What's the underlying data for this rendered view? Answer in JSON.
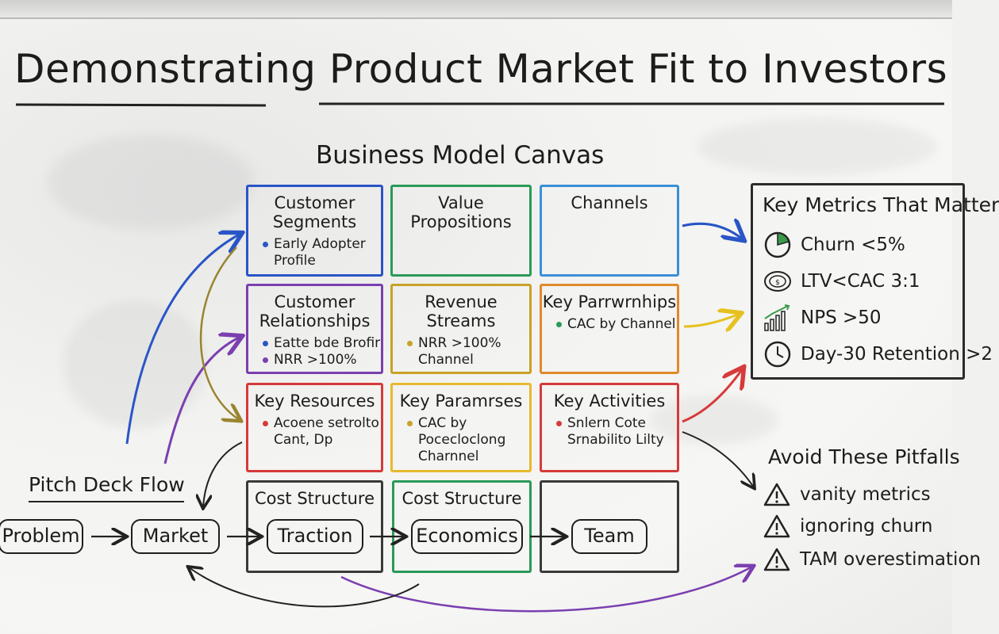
{
  "title": "Demonstrating Product Market Fit to Investors",
  "canvas": {
    "title": "Business Model Canvas",
    "cells": [
      {
        "head": "Customer Segments",
        "bullets": [
          "Early Adopter Profile"
        ],
        "color": "#2a55c7",
        "bullet_colors": [
          "#2a55c7"
        ]
      },
      {
        "head": "Value Propositions",
        "bullets": [],
        "color": "#2a9a57",
        "bullet_colors": []
      },
      {
        "head": "Channels",
        "bullets": [],
        "color": "#3a8fd8",
        "bullet_colors": []
      },
      {
        "head": "Customer Relationships",
        "bullets": [
          "Eatte bde Brofir",
          "NRR >100%"
        ],
        "color": "#7b3fb0",
        "bullet_colors": [
          "#2a55c7",
          "#7b3fb0"
        ]
      },
      {
        "head": "Revenue Streams",
        "bullets": [
          "NRR >100% Channel"
        ],
        "color": "#c9a227",
        "bullet_colors": [
          "#c9a227"
        ]
      },
      {
        "head": "Key Parrwrnhips",
        "bullets": [
          "CAC by Channel"
        ],
        "color": "#e08a2a",
        "bullet_colors": [
          "#2a9a57"
        ]
      },
      {
        "head": "Key Resources",
        "bullets": [
          "Acoene setrolto Cant, Dp"
        ],
        "color": "#d63a3a",
        "bullet_colors": [
          "#d63a3a"
        ]
      },
      {
        "head": "Key Paramrses",
        "bullets": [
          "CAC by Pocecloclong Charnnel"
        ],
        "color": "#e8b92e",
        "bullet_colors": [
          "#c9a227"
        ]
      },
      {
        "head": "Key Activities",
        "bullets": [
          "Snlern Cote Srnabilito Lilty"
        ],
        "color": "#d63a3a",
        "bullet_colors": [
          "#d63a3a"
        ]
      },
      {
        "head": "Cost Structure",
        "bullets": [],
        "color": "#3a3a3a",
        "bullet_colors": []
      },
      {
        "head": "Cost Structure",
        "bullets": [],
        "color": "#2a9a57",
        "bullet_colors": []
      },
      {
        "head": "",
        "bullets": [],
        "color": "#3a3a3a",
        "bullet_colors": []
      }
    ]
  },
  "pitch": {
    "title": "Pitch Deck Flow",
    "steps": [
      "Problem",
      "Market",
      "Traction",
      "Economics",
      "Team"
    ]
  },
  "metrics": {
    "title": "Key Metrics That Matter",
    "items": [
      {
        "label": "Churn <5%",
        "icon": "pie-chart-icon"
      },
      {
        "label": "LTV<CAC 3:1",
        "icon": "coins-icon"
      },
      {
        "label": "NPS >50",
        "icon": "bar-chart-icon"
      },
      {
        "label": "Day-30 Retention >2",
        "icon": "clock-icon"
      }
    ]
  },
  "pitfalls": {
    "title": "Avoid These Pitfalls",
    "items": [
      "vanity metrics",
      "ignoring churn",
      "TAM overestimation"
    ],
    "icon": "warning-icon"
  }
}
